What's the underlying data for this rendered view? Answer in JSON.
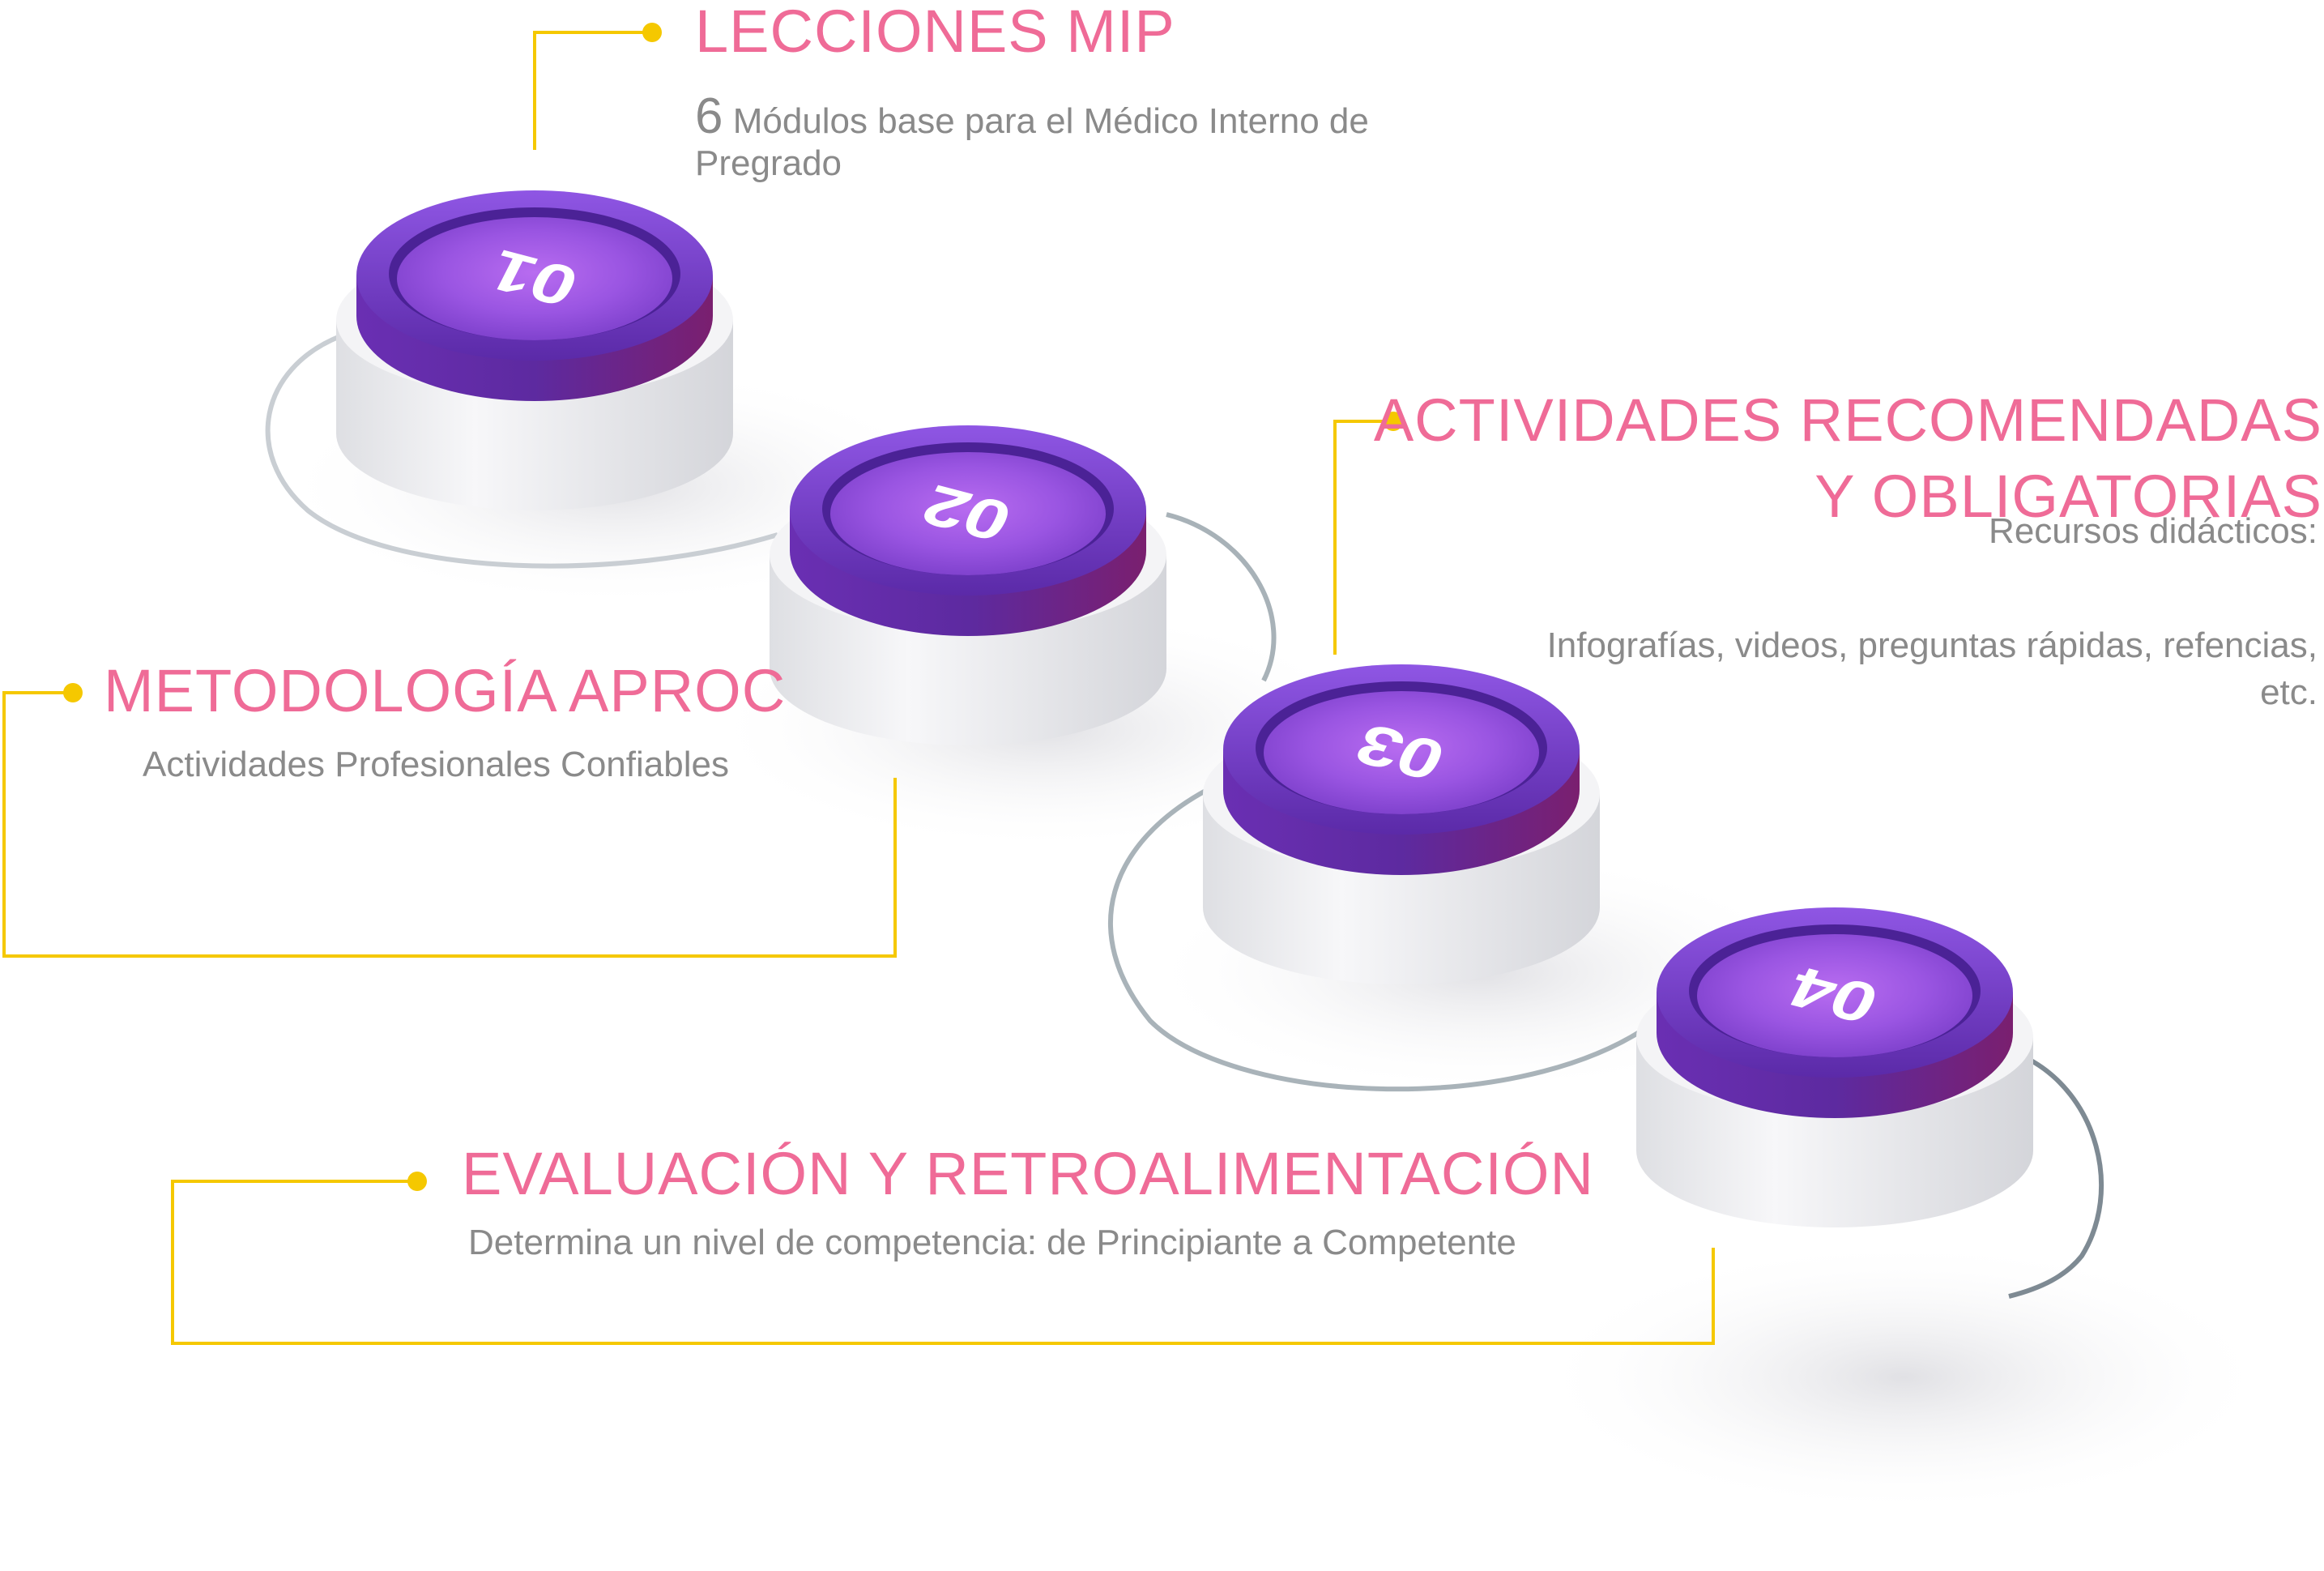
{
  "steps": [
    {
      "number": "01",
      "title": "LECCIONES MIP",
      "desc_number": "6",
      "description": "Módulos base para el Médico Interno de Pregrado"
    },
    {
      "number": "02",
      "title": "METODOLOGÍA APROC",
      "description": "Actividades Profesionales Confiables"
    },
    {
      "number": "03",
      "title_line1": "ACTIVIDADES RECOMENDADAS",
      "title_line2": "Y OBLIGATORIAS",
      "description_line1": "Recursos didácticos:",
      "description_line2": "Infografías, videos, preguntas rápidas, refencias,",
      "description_line3": "etc."
    },
    {
      "number": "04",
      "title": "EVALUACIÓN Y RETROALIMENTACIÓN",
      "description": "Determina un nivel de competencia: de Principiante a Competente"
    }
  ],
  "colors": {
    "title_pink": "#ef6b97",
    "text_gray": "#8a8a8a",
    "connector_yellow": "#f5c800",
    "disc_purple": "#7a3fc8",
    "disc_dark": "#5b2a9e",
    "pedestal_white": "#f2f2f4"
  }
}
